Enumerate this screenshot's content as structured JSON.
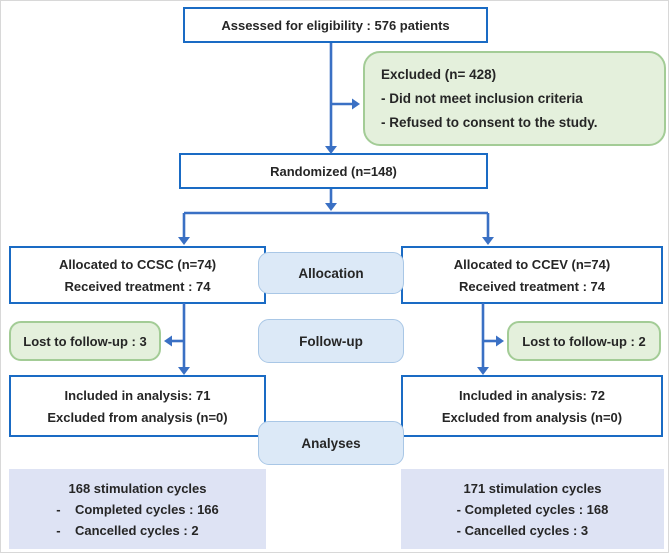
{
  "meta": {
    "diagram_type": "CONSORT patient flow diagram",
    "colors": {
      "box_border_blue": "#1a6bc4",
      "arrow_blue": "#3a70c4",
      "green_fill": "#e4f0dc",
      "green_border": "#a3cc96",
      "pill_fill": "#dce9f7",
      "pill_border": "#a9c7e6",
      "lavender_fill": "#dee3f4",
      "text": "#262626"
    }
  },
  "flow": {
    "assessed_label": "Assessed for eligibility : 576 patients",
    "excluded": {
      "title": "Excluded (n= 428)",
      "items": [
        "- Did not meet inclusion criteria",
        "- Refused to consent to the study."
      ]
    },
    "randomized_label": "Randomized (n=148)",
    "stages": {
      "allocation": "Allocation",
      "follow_up": "Follow-up",
      "analyses": "Analyses"
    },
    "ccsc": {
      "allocated": "Allocated to CCSC (n=74)",
      "received": "Received treatment : 74",
      "lost_to_follow_up": "Lost to follow-up : 3",
      "included": "Included in analysis: 71",
      "excluded": "Excluded from analysis (n=0)",
      "cycles_title": "168 stimulation cycles",
      "cycles_items": [
        "-    Completed cycles : 166",
        "-    Cancelled cycles : 2"
      ]
    },
    "ccev": {
      "allocated": "Allocated to CCEV (n=74)",
      "received": "Received treatment : 74",
      "lost_to_follow_up": "Lost to follow-up : 2",
      "included": "Included in analysis: 72",
      "excluded": "Excluded from analysis (n=0)",
      "cycles_title": "171 stimulation cycles",
      "cycles_items": [
        "- Completed cycles : 168",
        "- Cancelled cycles : 3"
      ]
    }
  }
}
